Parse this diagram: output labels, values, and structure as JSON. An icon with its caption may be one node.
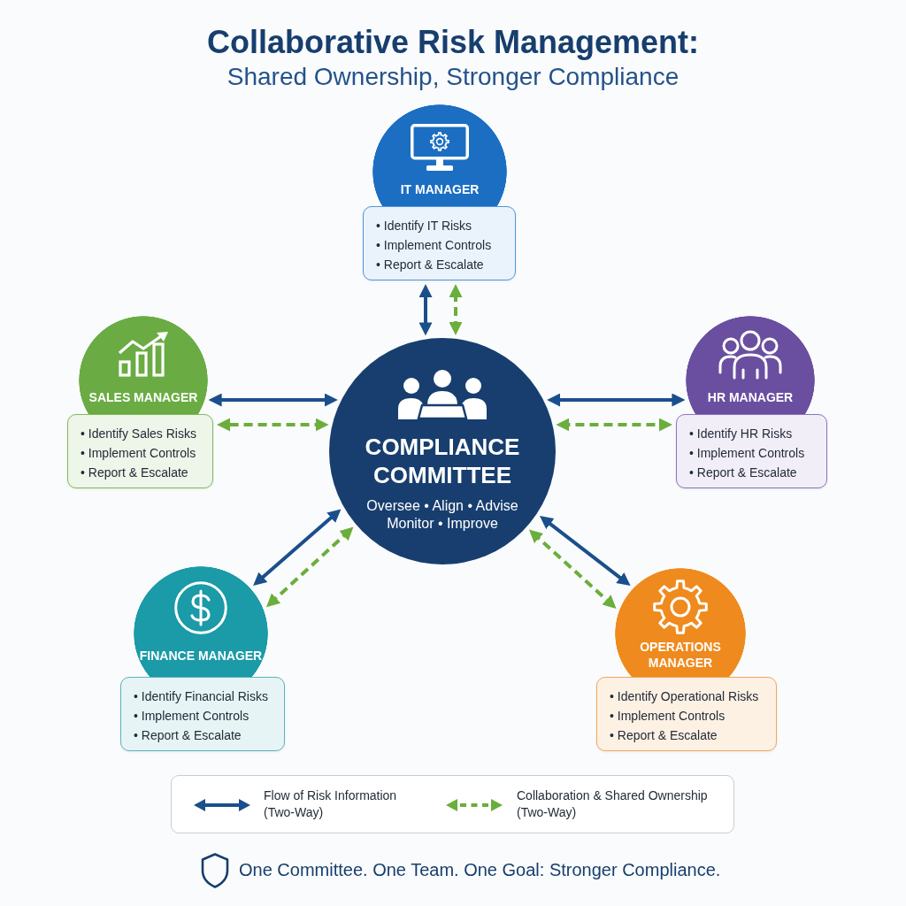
{
  "diagram": {
    "title": "Collaborative Risk Management:",
    "nodes": [
      {
        "text": [
          "IT MANAGER"
        ]
      },
      {
        "text": [
          "• Identify IT Risks",
          "• Implement Controls",
          "• Report & Escalate"
        ]
      },
      {
        "text": [
          "SALES MANAGER"
        ]
      },
      {
        "text": [
          "• Identify Sales Risks",
          "• Implement Controls",
          "• Report & Escalate"
        ]
      },
      {
        "text": [
          "COMPLIANCE COMMITTEE",
          "Oversee • Align • Advise Monitor • Improve"
        ]
      },
      {
        "text": [
          "HR MANAGER"
        ]
      },
      {
        "text": [
          "• Identify HR Risks",
          "• Implement Controls",
          "• Report & Escalate"
        ]
      },
      {
        "text": [
          "FINANCE MANAGER"
        ]
      },
      {
        "text": [
          "• Identify Financial Risks",
          "• Implement Controls",
          "• Report & Escalate"
        ]
      },
      {
        "text": [
          "OPERATIONS MANAGER"
        ]
      },
      {
        "text": [
          "• Identify Operational Risks",
          "• Implement Controls",
          "• Report & Escalate"
        ]
      }
    ],
    "edges": [
      {
        "from": 4,
        "to": 1,
        "arrow": "both"
      },
      {
        "from": 4,
        "to": 1,
        "arrow": "both",
        "style": "dashed",
        "color": "#6aae3c"
      },
      {
        "from": 4,
        "to": 2,
        "arrow": "both"
      },
      {
        "from": 4,
        "to": 3,
        "arrow": "both",
        "style": "dashed",
        "color": "#6aae3c"
      },
      {
        "from": 4,
        "to": 5,
        "arrow": "both"
      },
      {
        "from": 4,
        "to": 6,
        "arrow": "both",
        "style": "dashed",
        "color": "#6aae3c"
      },
      {
        "from": 4,
        "to": 7,
        "arrow": "both"
      },
      {
        "from": 4,
        "to": 7,
        "arrow": "both",
        "style": "dashed",
        "color": "#6aae3c"
      },
      {
        "from": 4,
        "to": 9,
        "arrow": "both"
      },
      {
        "from": 4,
        "to": 9,
        "arrow": "both",
        "style": "dashed",
        "color": "#6aae3c"
      }
    ],
    "labels": [
      "Shared Ownership, Stronger Compliance",
      "One Committee. One Team. One Goal: Stronger Compliance."
    ],
    "legend": [
      {
        "text": "Flow of Risk Information (Two-Way)"
      },
      {
        "text": "Collaboration & Shared Ownership (Two-Way)"
      }
    ]
  }
}
